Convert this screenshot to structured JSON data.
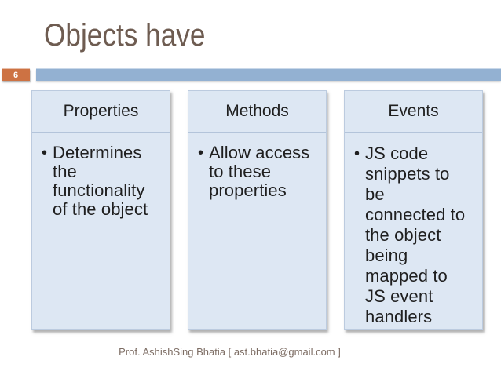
{
  "slide": {
    "title": "Objects have",
    "page_number": "6",
    "footer": "Prof. AshishSing Bhatia [ ast.bhatia@gmail.com ]",
    "bullet_glyph": "•",
    "columns": [
      {
        "header": "Properties",
        "text": "Determines\nthe\nfunctionality\nof the object"
      },
      {
        "header": "Methods",
        "text": "Allow access\nto these\nproperties"
      },
      {
        "header": "Events",
        "text": "JS code\nsnippets to\nbe\nconnected to\nthe object\nbeing\nmapped to\nJS event\nhandlers"
      }
    ],
    "colors": {
      "accent_orange": "#cd7243",
      "accent_blue": "#93b1d2",
      "card_fill": "#dde7f3",
      "card_border": "#bccbdf",
      "title_color": "#6e5c51",
      "footer_color": "#7d6d64",
      "body_text": "#1f1f1f"
    }
  }
}
